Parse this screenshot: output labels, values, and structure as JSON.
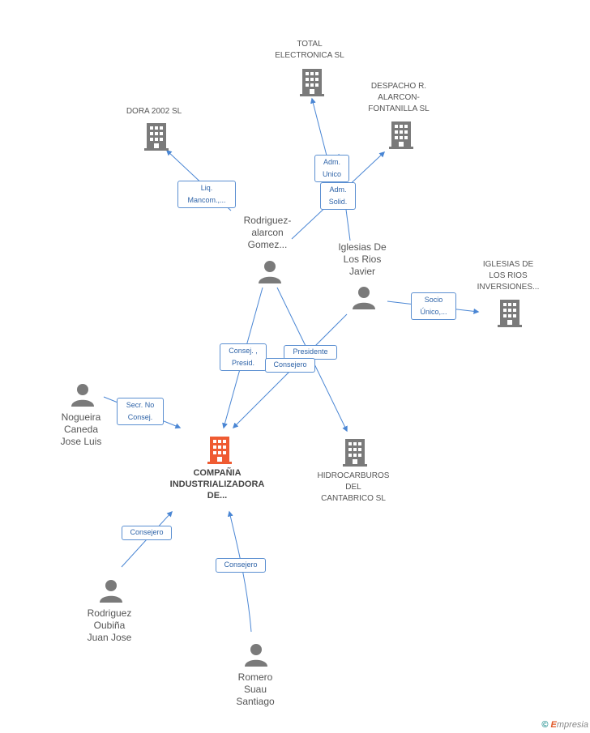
{
  "colors": {
    "edge": "#4a86d4",
    "icon_gray": "#7a7a7a",
    "main_company": "#ef5b32"
  },
  "nodes": {
    "total": {
      "label": "TOTAL\nELECTRONICA SL"
    },
    "dora": {
      "label": "DORA 2002  SL"
    },
    "despacho": {
      "label": "DESPACHO R.\nALARCON-\nFONTANILLA  SL"
    },
    "rodriguez_alarcon": {
      "label": "Rodriguez-\nalarcon\nGomez..."
    },
    "iglesias_javier": {
      "label": "Iglesias De\nLos Rios\nJavier"
    },
    "iglesias_inversiones": {
      "label": "IGLESIAS DE\nLOS RIOS\nINVERSIONES..."
    },
    "nogueira": {
      "label": "Nogueira\nCaneda\nJose Luis"
    },
    "main": {
      "label": "COMPAÑIA\nINDUSTRIALIZADORA\nDE..."
    },
    "hidrocarburos": {
      "label": "HIDROCARBUROS\nDEL\nCANTABRICO SL"
    },
    "rodriguez_oubina": {
      "label": "Rodriguez\nOubiña\nJuan Jose"
    },
    "romero": {
      "label": "Romero\nSuau\nSantiago"
    }
  },
  "relations": {
    "adm_unico": "Adm.\nUnico",
    "adm_solid": "Adm.\nSolid.",
    "liq_mancom": "Liq.\nMancom.,...",
    "socio_unico": "Socio\nÚnico,...",
    "consej_presid": "Consej. ,\nPresid.",
    "presidente": "Presidente",
    "consejero_1": "Consejero",
    "secr_no_consej": "Secr.  No\nConsej.",
    "consejero_2": "Consejero",
    "consejero_3": "Consejero"
  },
  "footer": {
    "copyright": "©",
    "brand": "mpresia",
    "brand_initial": "E"
  }
}
